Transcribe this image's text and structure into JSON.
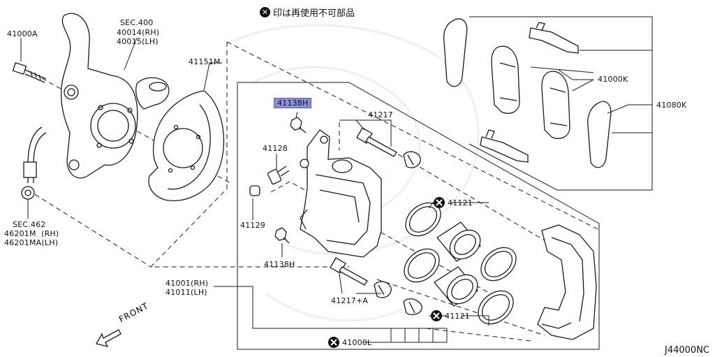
{
  "note": {
    "symbol": "✕",
    "text": "印は再使用不可部品"
  },
  "diagram_code": "J44000NC",
  "direction_label": "FRONT",
  "labels": {
    "bolt": "41000A",
    "knuckle_sec": "SEC.400",
    "knuckle_rh": "40014(RH)",
    "knuckle_lh": "40015(LH)",
    "hose_sec": "SEC.462",
    "hose_rh": "46201M  (RH)",
    "hose_lh": "46201MA(LH)",
    "splash_guard": "41151M",
    "bleeder_top": "41138H",
    "pin_top": "41217",
    "bleeder_cap": "41128",
    "bleeder_boot": "41129",
    "bleeder_bottom": "41138H",
    "pin_bottom": "41217+A",
    "caliper_rh": "41001(RH)",
    "caliper_lh": "41011(LH)",
    "pad_kit": "41000K",
    "pad_set": "41080K",
    "piston_seal_top": "41121",
    "piston_seal_bottom": "41121",
    "seal_kit": "41000L"
  },
  "colors": {
    "line": "#1a1a1a",
    "highlight": "#8d8fd6"
  }
}
